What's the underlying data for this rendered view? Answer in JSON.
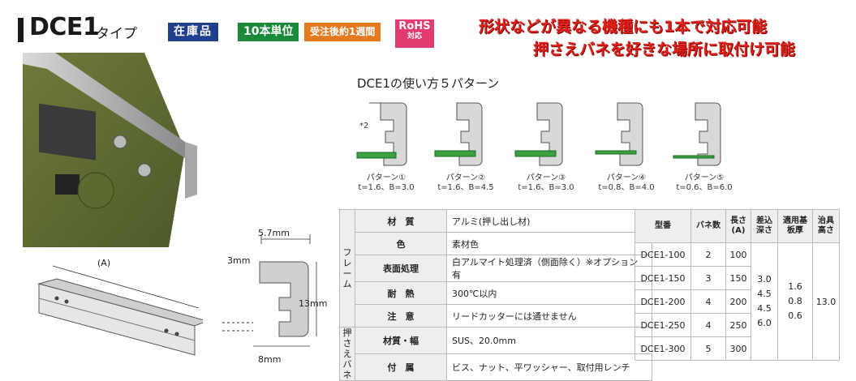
{
  "header": {
    "title": "DCE1",
    "title_suffix": "タイプ",
    "badges": [
      "在庫品",
      "10本単位",
      "受注後約1週間"
    ],
    "rohs_top": "RoHS",
    "rohs_bottom": "対応",
    "slogan_line1": "形状などが異なる機種にも1本で対応可能",
    "slogan_line2": "押さえバネを好きな場所に取付け可能"
  },
  "patterns": {
    "title": "DCE1の使い方５パターン",
    "note": "*2",
    "items": [
      {
        "name": "パターン①",
        "spec": "t=1.6、B=3.0"
      },
      {
        "name": "パターン②",
        "spec": "t=1.6、B=4.5"
      },
      {
        "name": "パターン③",
        "spec": "t=1.6、B=3.0"
      },
      {
        "name": "パターン④",
        "spec": "t=0.8、B=4.0"
      },
      {
        "name": "パターン⑤",
        "spec": "t=0.6、B=6.0"
      }
    ]
  },
  "drawing": {
    "dim_top": "5.7mm",
    "dim_left": "3mm",
    "dim_right": "13mm",
    "dim_bottom": "8mm",
    "length_label": "(A)"
  },
  "spec_table": {
    "group_frame": "フレーム",
    "group_spring": "押さえバネ",
    "rows": [
      {
        "label": "材　質",
        "value": "アルミ(押し出し材)"
      },
      {
        "label": "色",
        "value": "素材色"
      },
      {
        "label": "表面処理",
        "value": "白アルマイト処理済（側面除く）※オプション有"
      },
      {
        "label": "耐　熱",
        "value": "300℃以内"
      },
      {
        "label": "注　意",
        "value": "リードカッターには通せません"
      },
      {
        "label": "材質・幅",
        "value": "SUS、20.0mm"
      },
      {
        "label": "付　属",
        "value": "ビス、ナット、平ワッシャー、取付用レンチ"
      }
    ]
  },
  "model_table": {
    "headers": [
      "型番",
      "バネ数",
      "長さ(A)",
      "差込深さ",
      "適用基板厚",
      "治具高さ"
    ],
    "rows": [
      {
        "model": "DCE1-100",
        "springs": "2",
        "length": "100"
      },
      {
        "model": "DCE1-150",
        "springs": "3",
        "length": "150"
      },
      {
        "model": "DCE1-200",
        "springs": "4",
        "length": "200"
      },
      {
        "model": "DCE1-250",
        "springs": "4",
        "length": "250"
      },
      {
        "model": "DCE1-300",
        "springs": "5",
        "length": "300"
      }
    ],
    "depth": [
      "3.0",
      "4.5",
      "4.5",
      "6.0"
    ],
    "thickness": [
      "1.6",
      "0.8",
      "0.6"
    ],
    "height": "13.0"
  }
}
